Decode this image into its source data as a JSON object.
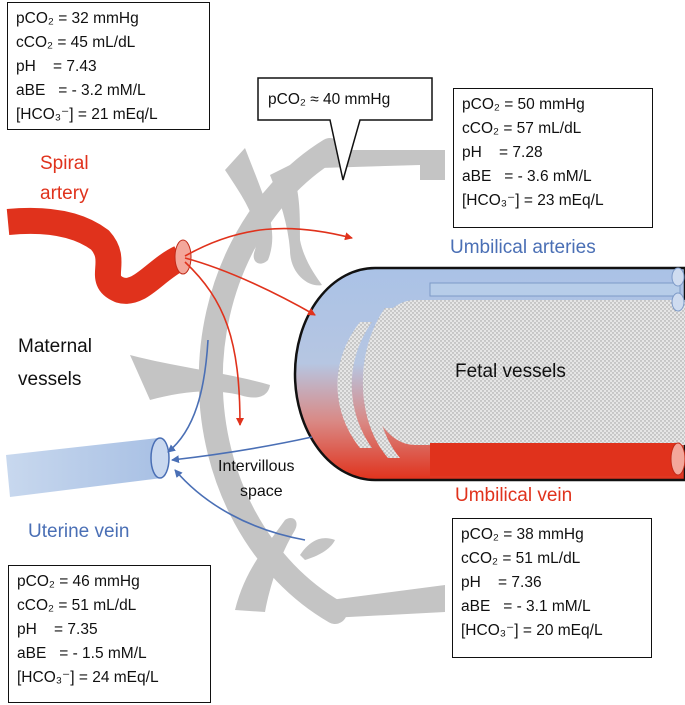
{
  "boxes": {
    "spiral_artery": {
      "pco2": "pCO₂ = 32 mmHg",
      "cco2": "cCO₂ = 45 mL/dL",
      "ph": "pH    = 7.43",
      "abe": "aBE   = - 3.2 mM/L",
      "hco3": "[HCO₃⁻] = 21 mEq/L"
    },
    "intervillous": {
      "pco2": "pCO₂ ≈ 40 mmHg"
    },
    "umbilical_arteries": {
      "pco2": "pCO₂ = 50 mmHg",
      "cco2": "cCO₂ = 57 mL/dL",
      "ph": "pH    = 7.28",
      "abe": "aBE   = - 3.6 mM/L",
      "hco3": "[HCO₃⁻] = 23 mEq/L"
    },
    "umbilical_vein": {
      "pco2": "pCO₂ = 38 mmHg",
      "cco2": "cCO₂ = 51 mL/dL",
      "ph": "pH    = 7.36",
      "abe": "aBE   = - 3.1 mM/L",
      "hco3": "[HCO₃⁻] = 20 mEq/L"
    },
    "uterine_vein": {
      "pco2": "pCO₂ = 46 mmHg",
      "cco2": "cCO₂ = 51 mL/dL",
      "ph": "pH    = 7.35",
      "abe": "aBE   = - 1.5 mM/L",
      "hco3": "[HCO₃⁻] = 24 mEq/L"
    }
  },
  "labels": {
    "spiral_artery_1": "Spiral",
    "spiral_artery_2": "artery",
    "maternal_1": "Maternal",
    "maternal_2": "vessels",
    "intervillous_1": "Intervillous",
    "intervillous_2": "space",
    "uterine_vein": "Uterine vein",
    "umbilical_arteries": "Umbilical arteries",
    "umbilical_vein": "Umbilical vein",
    "fetal_vessels": "Fetal vessels"
  },
  "colors": {
    "maternal_artery": "#e0321c",
    "vein_blue": "#4a6fb5",
    "vessel_light_blue": "#b7cde9",
    "placenta_gray": "#c4c4c4"
  }
}
